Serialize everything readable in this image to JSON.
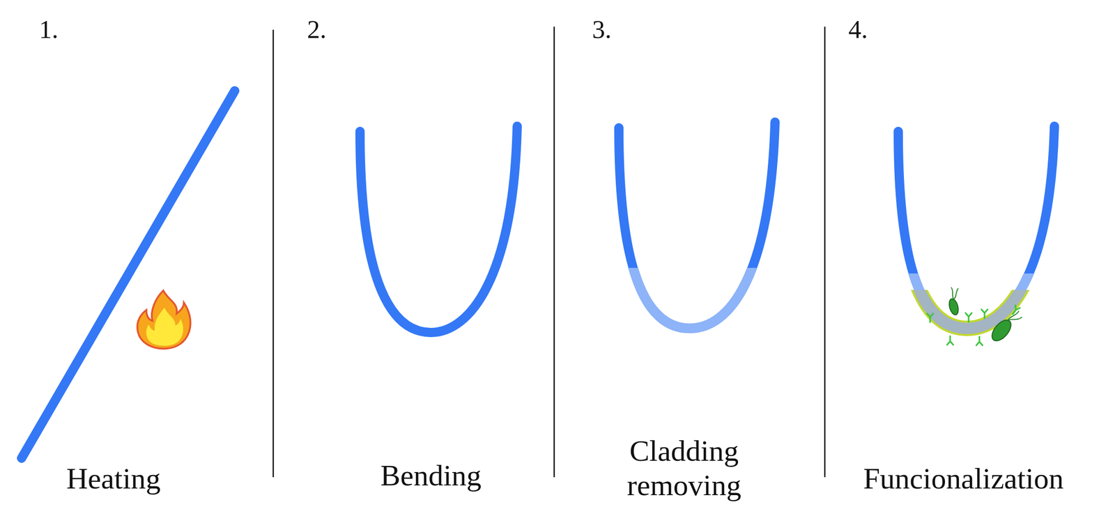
{
  "diagram": {
    "labels": [
      "1.",
      "Heating",
      "2.",
      "Bending",
      "3.",
      "Cladding removing",
      "4.",
      "Funcionalization"
    ]
  }
}
